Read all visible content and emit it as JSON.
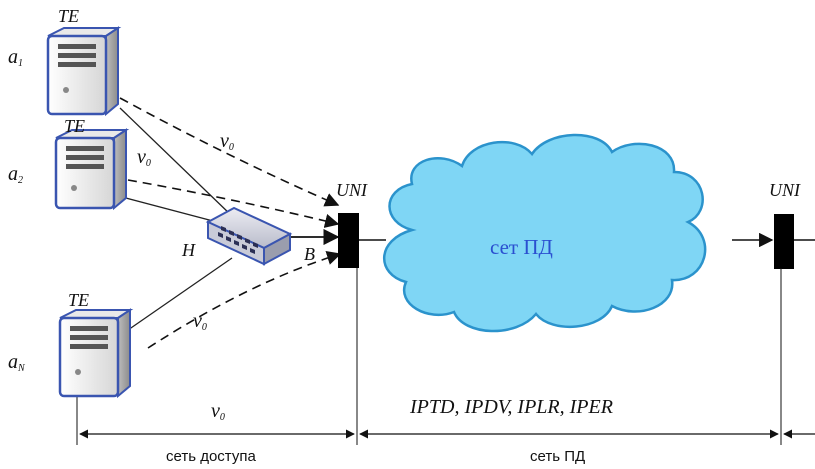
{
  "terminals": [
    {
      "label": "TE",
      "source_main": "a",
      "source_sub": "1"
    },
    {
      "label": "TE",
      "source_main": "a",
      "source_sub": "2"
    },
    {
      "label": "TE",
      "source_main": "a",
      "source_sub": "N"
    }
  ],
  "rates": [
    {
      "main": "v",
      "sub": "0"
    },
    {
      "main": "v",
      "sub": "0"
    },
    {
      "main": "v",
      "sub": "0"
    },
    {
      "main": "v",
      "sub": "0"
    }
  ],
  "switch": {
    "input_label": "H",
    "output_label": "B"
  },
  "uni_left": "UNI",
  "uni_right": "UNI",
  "cloud_label": "сет ПД",
  "metrics": "IPTD, IPDV, IPLR, IPER",
  "captions": {
    "access": "сеть доступа",
    "data_net": "сеть ПД"
  }
}
